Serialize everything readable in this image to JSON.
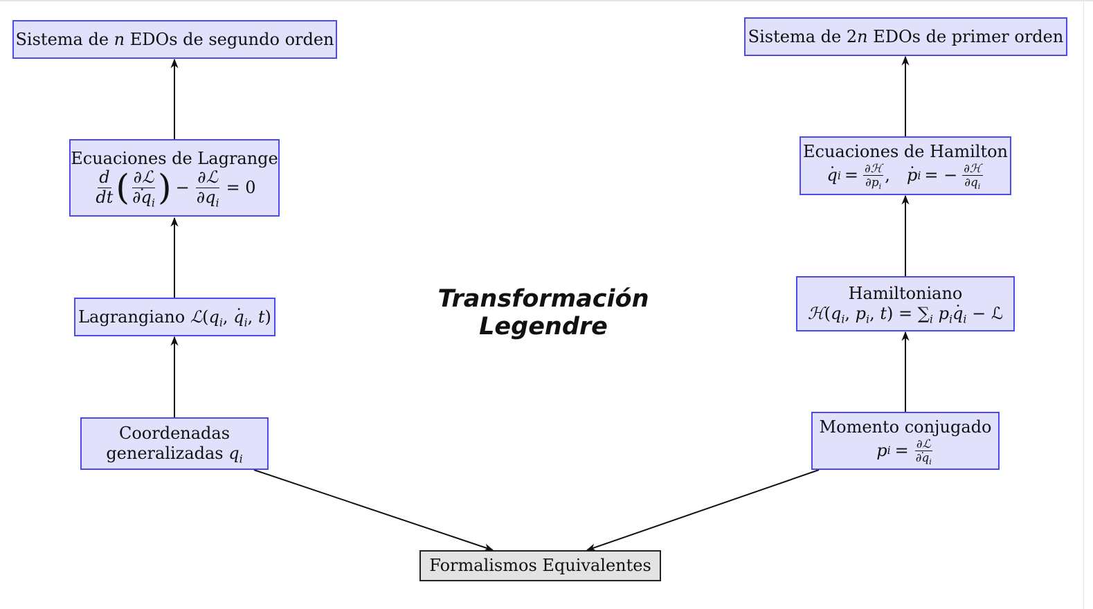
{
  "title": "Transformación Legendre",
  "nodes": {
    "sistema_n": {
      "before": "Sistema de ",
      "var": "n",
      "after": " EDOs de segundo orden"
    },
    "ec_lagrange": {
      "label": "Ecuaciones de Lagrange",
      "d": "d",
      "dt": "dt",
      "dL": "∂ℒ",
      "dqdot": "∂q",
      "dq": "∂q",
      "sub_i": "i",
      "minus": "−",
      "eq_zero": "= 0"
    },
    "lagrangiano": {
      "before": "Lagrangiano ",
      "L": "ℒ",
      "q": "q",
      "sub_i": "i",
      "t": "t"
    },
    "coordenadas": {
      "line1": "Coordenadas",
      "line2": "generalizadas ",
      "q": "q",
      "sub_i": "i"
    },
    "sistema_2n": {
      "before": "Sistema de 2",
      "var": "n",
      "after": " EDOs de primer orden"
    },
    "ec_hamilton": {
      "label": "Ecuaciones de Hamilton",
      "q": "q",
      "p": "p",
      "sub_i": "i",
      "dH": "∂ℋ",
      "dp": "∂p",
      "dq": "∂q",
      "eq": "=",
      "eq_neg": "= −"
    },
    "hamiltoniano": {
      "label": "Hamiltoniano",
      "H": "ℋ",
      "q": "q",
      "p": "p",
      "sub_i": "i",
      "t": "t",
      "sum": "∑",
      "minus_L": "− ℒ"
    },
    "momento": {
      "label": "Momento conjugado",
      "p": "p",
      "sub_i": "i",
      "eq": "=",
      "dL": "∂ℒ",
      "dqdot": "∂q"
    },
    "formalismos": {
      "label": "Formalismos Equivalentes"
    }
  },
  "colors": {
    "node_fill": "#e1e1fb",
    "node_border": "#4a4af0",
    "root_fill": "#e3e3e3",
    "root_border": "#222222",
    "arrow": "#111111"
  }
}
